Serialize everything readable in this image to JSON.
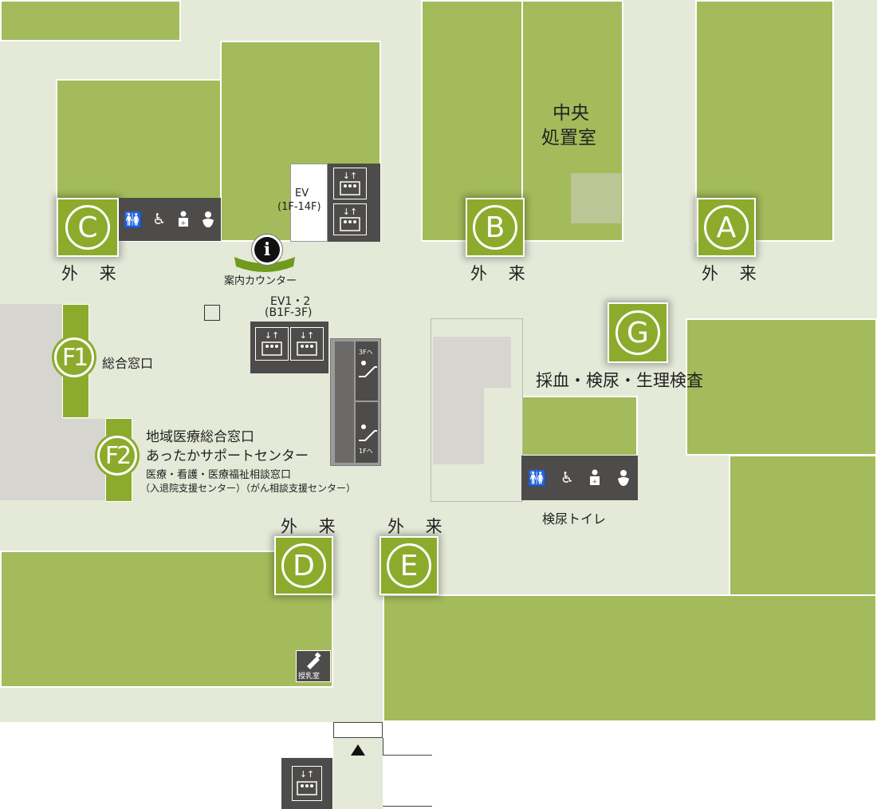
{
  "zones": {
    "a": "A",
    "b": "B",
    "c": "C",
    "d": "D",
    "e": "E",
    "g": "G",
    "f1": "F1",
    "f2": "F2"
  },
  "labels": {
    "outpatient": "外 来",
    "central_room_line1": "中央",
    "central_room_line2": "処置室",
    "ev_line1": "EV",
    "ev_line2": "(1F-14F)",
    "info_counter": "案内カウンター",
    "ev12_line1": "EV1・2",
    "ev12_line2": "(B1F-3F)",
    "general_window": "総合窓口",
    "regional_line1": "地域医療総合窓口",
    "regional_line2": "あったかサポートセンター",
    "regional_line3": "医療・看護・医療福祉相談窓口",
    "regional_line4": "（入退院支援センター）（がん相談支援センター）",
    "lab": "採血・検尿・生理検査",
    "urine_toilet": "検尿トイレ",
    "nursing_room": "授乳室",
    "esc_up": "3Fへ",
    "esc_down": "1Fへ",
    "info_mark": "i"
  },
  "icons": [
    "elevator-icon",
    "restroom-icon",
    "wheelchair-icon",
    "ostomate-icon",
    "baby-changing-icon",
    "escalator-icon",
    "nursing-bottle-icon",
    "info-icon",
    "entrance-arrow-icon"
  ],
  "colors": {
    "room": "#a3bb5a",
    "zone_marker": "#8cab2c",
    "corridor": "#e4e9d8",
    "facility": "#4d4c4a"
  }
}
